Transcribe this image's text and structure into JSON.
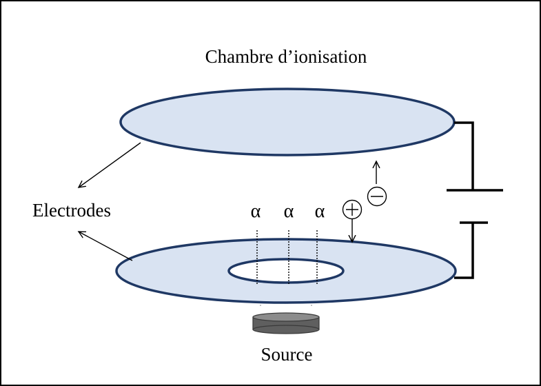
{
  "title": "Chambre d’ionisation",
  "labels": {
    "electrodes": "Electrodes",
    "source": "Source",
    "alpha": "α",
    "positive_ion": "+",
    "negative_ion": "−"
  },
  "colors": {
    "electrode_fill": "#D9E3F2",
    "electrode_stroke": "#1F3864",
    "source_fill": "#6E6E6E",
    "line": "#000000"
  },
  "icons": {
    "positive_charge": "circled-plus-icon",
    "negative_charge": "circled-minus-icon",
    "battery": "battery-symbol-icon"
  }
}
